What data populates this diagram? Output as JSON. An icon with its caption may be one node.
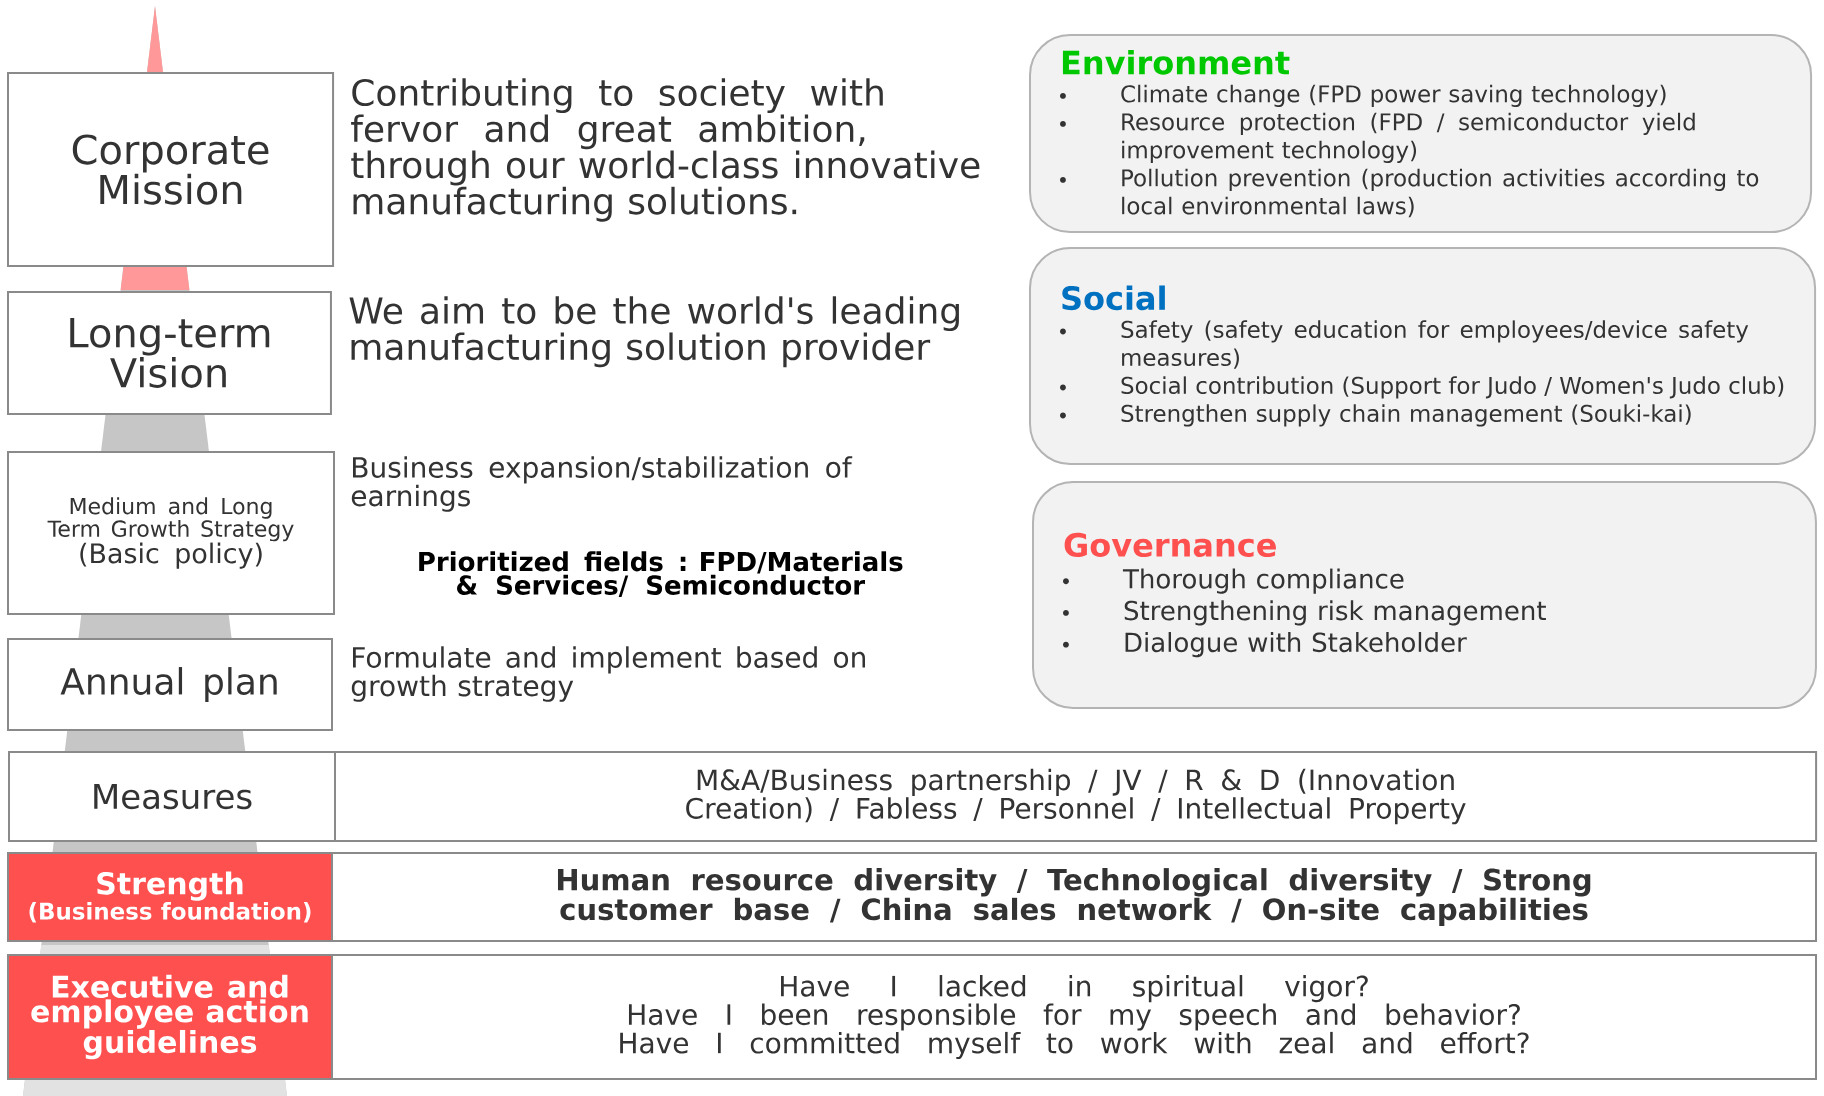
{
  "diagram": {
    "nodes": [
      {
        "text": [
          "Corporate Mission"
        ],
        "beside": [
          "Contributing to society with fervor and great ambition, through our world-class innovative manufacturing solutions."
        ]
      },
      {
        "text": [
          "Long-term Vision"
        ],
        "beside": [
          "We aim to be the world's leading manufacturing solution provider"
        ]
      },
      {
        "text": [
          "Medium and Long Term Growth Strategy",
          "(Basic policy)"
        ],
        "beside": [
          "Business expansion/stabilization of earnings",
          "Prioritized fields : FPD/Materials & Services/ Semiconductor"
        ]
      },
      {
        "text": [
          "Annual plan"
        ],
        "beside": [
          "Formulate and implement based on growth strategy"
        ]
      },
      {
        "text": [
          "Measures"
        ]
      },
      {
        "text": [
          "M&A/Business partnership / JV / R & D (Innovation Creation) / Fabless / Personnel / Intellectual Property"
        ]
      },
      {
        "text": [
          "Strength",
          "(Business foundation)"
        ]
      },
      {
        "text": [
          "Human resource diversity / Technological diversity / Strong customer base / China sales network / On-site capabilities"
        ]
      },
      {
        "text": [
          "Executive and employee action guidelines"
        ]
      },
      {
        "text": [
          "Have I lacked in spiritual vigor?",
          "Have I been responsible for my speech and behavior?",
          "Have I committed myself to work with zeal and effort?"
        ]
      },
      {
        "text": [
          "Environment",
          "Climate change (FPD power saving technology)",
          "Resource protection (FPD / semiconductor yield improvement technology)",
          "Pollution prevention (production activities according to local environmental laws)"
        ]
      },
      {
        "text": [
          "Social",
          "Safety (safety education for employees/device safety measures)",
          "Social contribution (Support for Judo / Women's Judo club)",
          "Strengthen supply chain management (Souki-kai)"
        ]
      },
      {
        "text": [
          "Governance",
          "Thorough compliance",
          "Strengthening risk management",
          "Dialogue with Stakeholder"
        ]
      }
    ]
  }
}
